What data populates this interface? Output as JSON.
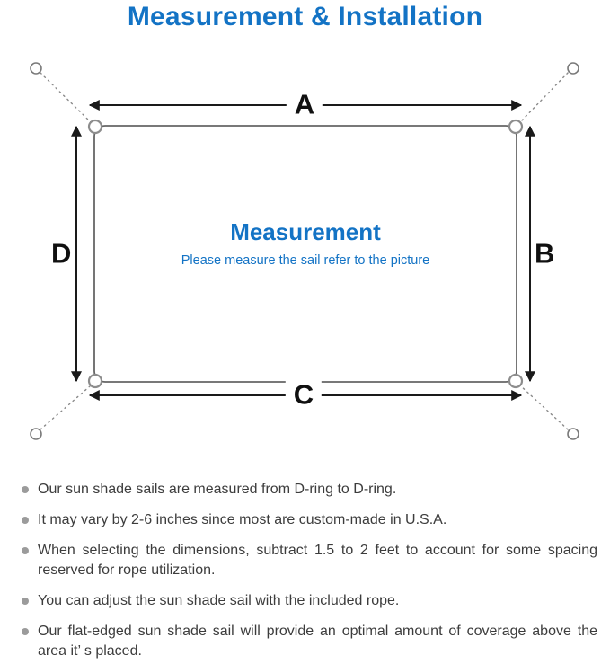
{
  "title": "Measurement & Installation",
  "diagram": {
    "labels": {
      "top": "A",
      "right": "B",
      "bottom": "C",
      "left": "D"
    },
    "center_title": "Measurement",
    "center_subtitle": "Please measure the sail refer to the picture"
  },
  "notes": [
    "Our sun shade sails are measured from D-ring to D-ring.",
    "It may vary by 2-6 inches since most are custom-made in U.S.A.",
    "When selecting the dimensions, subtract 1.5 to 2 feet to account for some spacing reserved for rope utilization.",
    "You can adjust the sun shade sail with the included rope.",
    "Our flat-edged sun shade sail will provide an optimal amount of coverage above the area it’ s placed."
  ],
  "colors": {
    "accent_blue": "#1373c5",
    "body_text": "#3c3c3c",
    "bullet_dot": "#9b9b9b",
    "diagram_line": "#1a1a1a",
    "rope_line": "#8a8a8a"
  }
}
